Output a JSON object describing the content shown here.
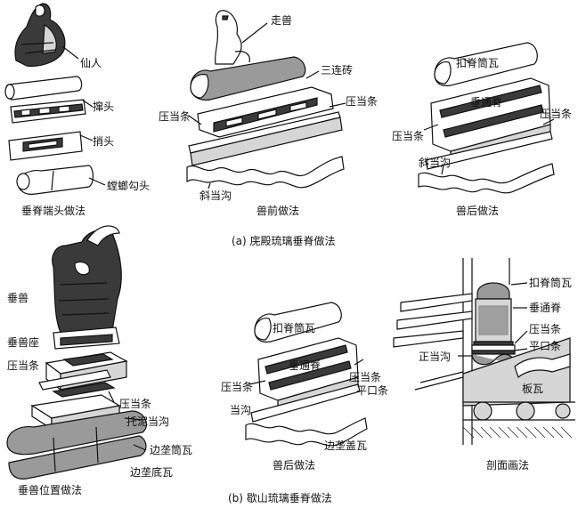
{
  "part_a": {
    "caption": "(a) 庑殿琉璃垂脊做法",
    "ridge_end": {
      "title": "垂脊端头做法",
      "labels": [
        "仙人",
        "撺头",
        "捎头",
        "螳螂勾头"
      ]
    },
    "front": {
      "title": "兽前做法",
      "labels": [
        "走兽",
        "三连砖",
        "压当条",
        "压当条",
        "斜当沟"
      ]
    },
    "back": {
      "title": "兽后做法",
      "labels": [
        "扣脊筒瓦",
        "垂通脊",
        "压当条",
        "压当条",
        "斜当沟"
      ]
    }
  },
  "part_b": {
    "caption": "(b) 歇山琉璃垂脊做法",
    "position": {
      "title": "垂兽位置做法",
      "labels": [
        "垂兽",
        "垂兽座",
        "压当条",
        "压当条",
        "托泥当沟",
        "边垄筒瓦",
        "边垄底瓦"
      ]
    },
    "back": {
      "title": "兽后做法",
      "labels": [
        "扣脊筒瓦",
        "垂通脊",
        "压当条",
        "压当条",
        "平口条",
        "当沟",
        "边垄盖瓦"
      ]
    },
    "section": {
      "title": "剖面画法",
      "labels": [
        "扣脊筒瓦",
        "垂通脊",
        "压当条",
        "平口条",
        "正当沟",
        "板瓦"
      ]
    }
  }
}
